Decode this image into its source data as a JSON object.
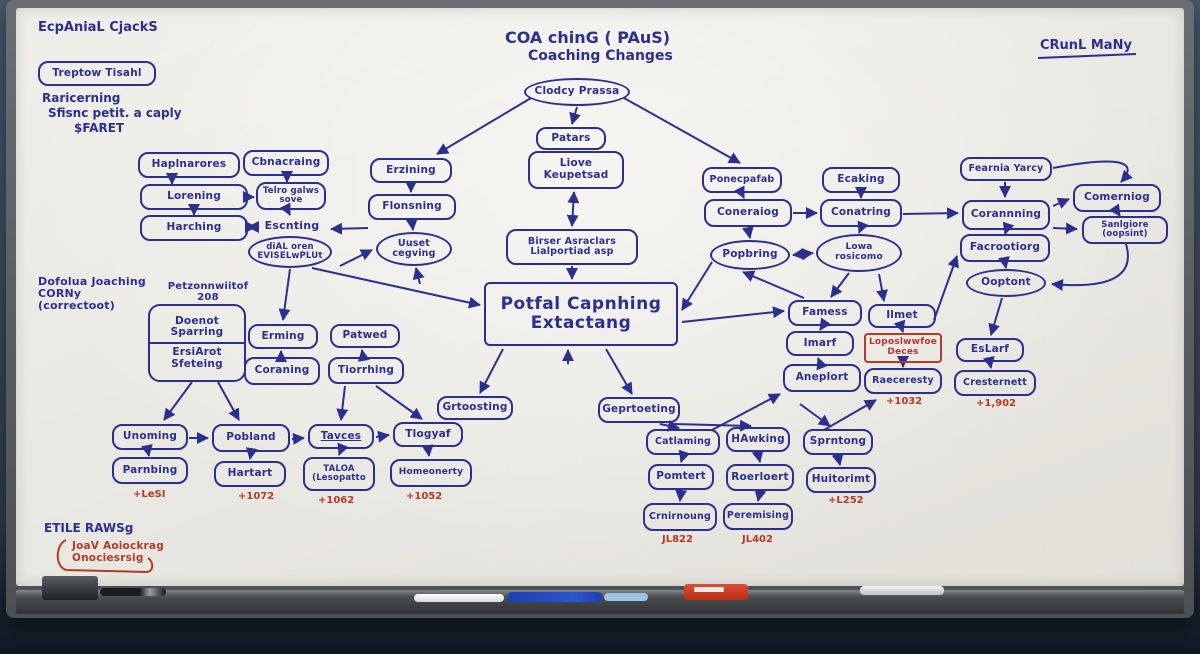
{
  "photo": {
    "subject": "whiteboard hand-drawn coaching flowchart"
  },
  "colors": {
    "ink": "#2b2f8e",
    "red_ink": "#b23a28",
    "board": "#e9e7e1",
    "wall": "#3a4959",
    "frame": "#55585c"
  },
  "header": {
    "top_left_heading": "EcpAniaL CjackS",
    "top_left_boxed": "Treptow Tisahl",
    "top_left_line1": "Raricerning",
    "top_left_line2": "Sfisnc petit. a caply",
    "top_left_line3": "$FARET",
    "title_line1": "COA chinG ( PAuS)",
    "title_line2": "Coaching Changes",
    "top_right_note": "CRunL MaNy"
  },
  "texts": {
    "dofolua": "Dofolua Joaching\nCORNy\n(correctoot)",
    "petzonn": "Petzonnwiitof\n208",
    "etile_heading": "ETILE RAWSg",
    "etile_body": "JoaV Aoiockrag\nOnociesrsig"
  },
  "nodes": {
    "clodcy": {
      "label": "Clodcy  Prassa"
    },
    "haplnarores": {
      "label": "Haplnarores"
    },
    "cbnacraing": {
      "label": "Cbnacraing"
    },
    "lorening": {
      "label": "Lorening"
    },
    "tetro": {
      "label": "Telro galws\nsove"
    },
    "harching": {
      "label": "Harching"
    },
    "escnting": {
      "label": "Escnting"
    },
    "dial": {
      "label": "diAL oren\nEVISELwPLUt"
    },
    "erzining": {
      "label": "Erzining"
    },
    "flonsning": {
      "label": "Flonsning"
    },
    "uuset": {
      "label": "Uuset\ncegving"
    },
    "patras": {
      "label": "Patars"
    },
    "liove": {
      "label": "Liove\nKeupetsad"
    },
    "birser": {
      "label": "Birser Asraclars\nLialportiad asp"
    },
    "potfal": {
      "label": "Potfal Capnhing\nExtactang"
    },
    "ponecpafab": {
      "label": "Ponecpafab"
    },
    "ecaking": {
      "label": "Ecaking"
    },
    "coneraiog": {
      "label": "Coneraiog"
    },
    "conatring": {
      "label": "Conatring"
    },
    "popbring": {
      "label": "Popbring"
    },
    "lowa": {
      "label": "Lowa\nrosicomo"
    },
    "fearnia": {
      "label": "Fearnia Yarcy"
    },
    "comerniog": {
      "label": "Comerniog"
    },
    "corannning": {
      "label": "Corannning"
    },
    "sanlgiore": {
      "label": "Sanlgiore\n(oopsint)"
    },
    "facrootiorg": {
      "label": "Facrootiorg"
    },
    "ooptont": {
      "label": "Ooptont"
    },
    "famess": {
      "label": "Famess"
    },
    "imarf": {
      "label": "Imarf"
    },
    "ilmet": {
      "label": "Ilmet"
    },
    "lopos": {
      "label": "Loposlwwfoe\nDeces"
    },
    "aneplort": {
      "label": "Aneplort"
    },
    "raeceresty": {
      "label": "Raeceresty"
    },
    "eslarf": {
      "label": "EsLarf"
    },
    "cresternett": {
      "label": "Cresternett"
    },
    "doenot_top": {
      "label": "Doenot\nSparring"
    },
    "doenot_bottom": {
      "label": "ErsiArot\nSfeteing"
    },
    "erming": {
      "label": "Erming"
    },
    "coraning": {
      "label": "Coraning"
    },
    "patwed": {
      "label": "Patwed"
    },
    "tiorrhing": {
      "label": "Tiorrhing"
    },
    "unoming": {
      "label": "Unoming"
    },
    "pobland": {
      "label": "Pobland"
    },
    "parnbing": {
      "label": "Parnbing"
    },
    "hartart": {
      "label": "Hartart"
    },
    "tavces": {
      "label": "Tavces"
    },
    "taloa": {
      "label": "TALOA\n(Lesopatto"
    },
    "tlogyaf": {
      "label": "Tlogyaf"
    },
    "homeonerty": {
      "label": "Homeonerty"
    },
    "grtoosting": {
      "label": "Grtoosting"
    },
    "geprtoeting": {
      "label": "Geprtoeting"
    },
    "catlaming": {
      "label": "Catlaming"
    },
    "hawking": {
      "label": "HAwking"
    },
    "pomtert": {
      "label": "Pomtert"
    },
    "roerloert": {
      "label": "Roerloert"
    },
    "crnirnoung": {
      "label": "Crnirnoung"
    },
    "peremising": {
      "label": "Peremising"
    },
    "sprntong": {
      "label": "Sprntong"
    },
    "huitorimt": {
      "label": "Huitorimt"
    }
  },
  "red_notes": {
    "parnbing": "+LeSI",
    "hartart": "+1072",
    "taloa": "+1062",
    "homeonerty": "+1052",
    "crnirnoung": "JL822",
    "peremising": "JL402",
    "huitorimt": "+L252",
    "raeceresty": "+1032",
    "cresternett": "+1,902"
  }
}
